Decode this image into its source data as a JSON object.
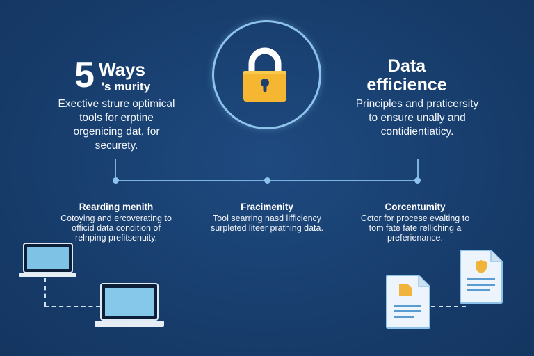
{
  "header_left": {
    "number": "5",
    "title": "Ways",
    "subtitle": "'s murity",
    "description": "Exective strure optimical tools for erptine orgenicing dat, for securety."
  },
  "header_right": {
    "title": "Data efficience",
    "description": "Principles and praticersity to ensure unally and contidientiaticy."
  },
  "icons": {
    "center": "padlock-icon",
    "laptops": "laptop-icon",
    "documents": "document-icon"
  },
  "colors": {
    "background": "#183d6c",
    "line": "#7fb3df",
    "lock_body": "#f5b731",
    "lock_shackle": "#ffffff",
    "doc_badge": "#f0b43c"
  },
  "sections": [
    {
      "title": "Rearding menith",
      "text": "Cotoying and ercoverating to officid data condition of relnping prefitsenuity."
    },
    {
      "title": "Fracimenity",
      "text": "Tool searring nasd lifficiency surpleted liteer prathing data."
    },
    {
      "title": "Corcentumity",
      "text": "Cctor for procese evalting to tom fate fate relliching a preferienance."
    }
  ]
}
